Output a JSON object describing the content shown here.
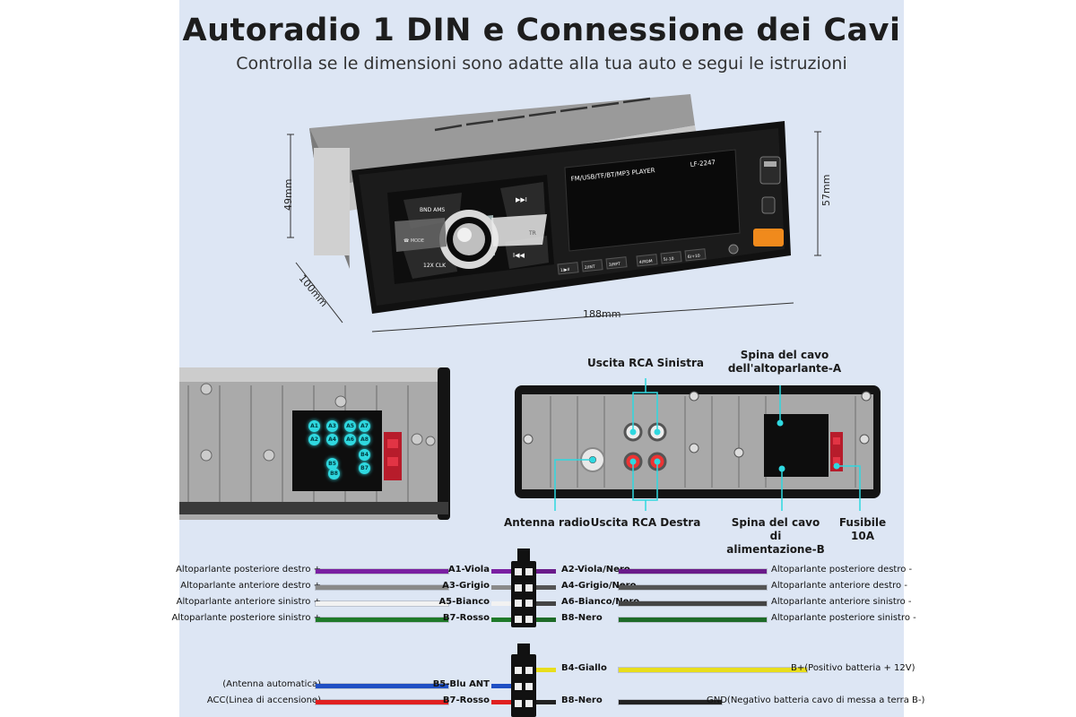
{
  "header": {
    "title": "Autoradio 1 DIN e Connessione dei Cavi",
    "subtitle": "Controlla se le dimensioni sono adatte alla tua auto e segui le istruzioni"
  },
  "dimensions": {
    "height_left": "49mm",
    "height_right": "57mm",
    "depth": "100mm",
    "width": "188mm"
  },
  "radio_front": {
    "display_text": "FM/USB/TF/BT/MP3  PLAYER",
    "model": "LF-2247",
    "btn_band": "BND AMS",
    "btn_next": "▶▶I",
    "btn_prev": "I◀◀",
    "btn_tr": "TR",
    "btn_call": "☎ MODE",
    "btn_clk": "12X CLK",
    "presets": [
      "1/▶II",
      "2/INT",
      "3/RPT",
      "4/RDM",
      "5/-10",
      "6/+10"
    ]
  },
  "rear_left": {
    "pins": [
      "A1",
      "A2",
      "A3",
      "A4",
      "A5",
      "A6",
      "A7",
      "A8",
      "B4",
      "B5",
      "B7",
      "B8"
    ]
  },
  "rear_right": {
    "callouts": {
      "rca_left": "Uscita RCA Sinistra",
      "speaker_plug": "Spina del cavo dell'altoparlante-A",
      "antenna": "Antenna radio",
      "rca_right": "Uscita RCA Destra",
      "power_plug": "Spina del cavo di alimentazione-B",
      "fuse": "Fusibile 10A"
    }
  },
  "wiring_a": [
    {
      "left_label": "Altoparlante posteriore destro +",
      "left_code": "A1-Viola",
      "left_color": "#7a1fa2",
      "right_code": "A2-Viola/Nero",
      "right_color": "#6a1b8a",
      "right_label": "Altoparlante posteriore destro -"
    },
    {
      "left_label": "Altoparlante anteriore destro +",
      "left_code": "A3-Grigio",
      "left_color": "#8a8a8a",
      "right_code": "A4-Grigio/Nero",
      "right_color": "#555555",
      "right_label": "Altoparlante anteriore destro -"
    },
    {
      "left_label": "Altoparlante anteriore sinistro +",
      "left_code": "A5-Bianco",
      "left_color": "#f2f2f2",
      "right_code": "A6-Bianco/Nero",
      "right_color": "#444444",
      "right_label": "Altoparlante anteriore sinistro -"
    },
    {
      "left_label": "Altoparlante posteriore sinistro +",
      "left_code": "B7-Rosso",
      "left_color": "#1f7a2a",
      "right_code": "B8-Nero",
      "right_color": "#1e6b28",
      "right_label": "Altoparlante posteriore sinistro -"
    }
  ],
  "wiring_b": [
    {
      "left_label": "",
      "left_code": "",
      "left_color": "",
      "right_code": "B4-Giallo",
      "right_color": "#e8de1c",
      "right_label": "B+(Positivo batteria + 12V)"
    },
    {
      "left_label": "(Antenna automatica)",
      "left_code": "B5-Blu ANT",
      "left_color": "#1f4fc4",
      "right_code": "",
      "right_color": "",
      "right_label": ""
    },
    {
      "left_label": "ACC(Linea di accensione)",
      "left_code": "B7-Rosso",
      "left_color": "#e02020",
      "right_code": "B8-Nero",
      "right_color": "#222222",
      "right_label": "GND(Negativo batteria cavo di messa a terra B-)"
    }
  ]
}
